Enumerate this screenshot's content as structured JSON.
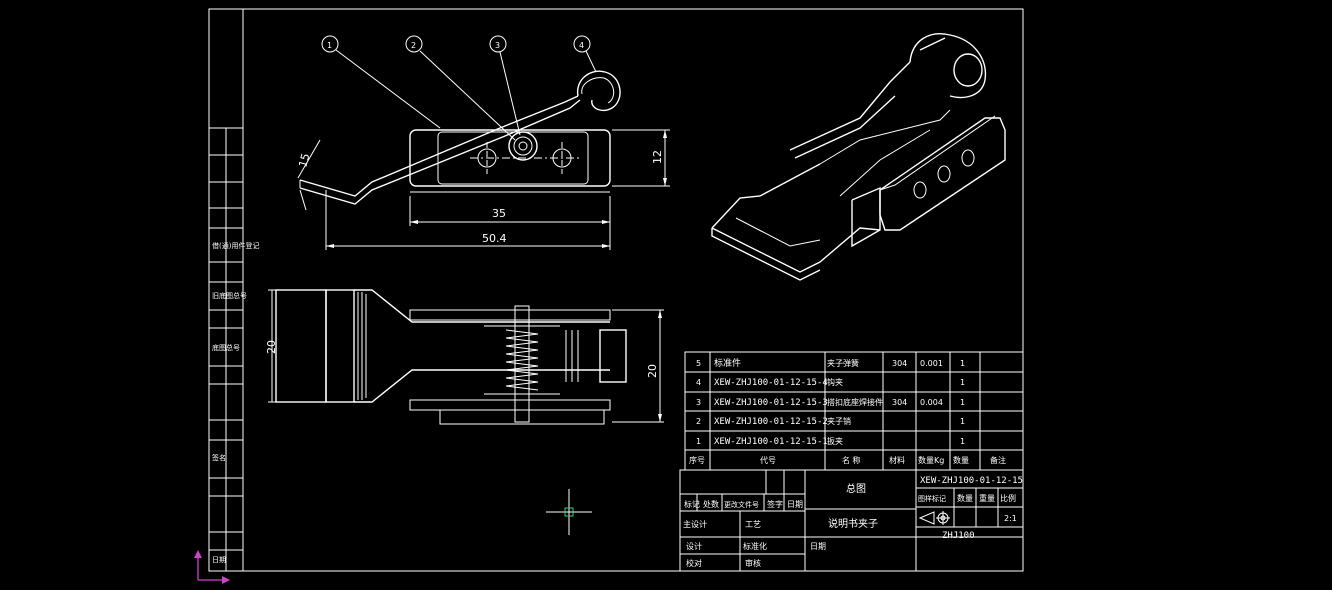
{
  "balloons": [
    "1",
    "2",
    "3",
    "4"
  ],
  "dimensions": {
    "angle": "15",
    "height_top": "12",
    "length_35": "35",
    "length_50": "50.4",
    "height_left": "20",
    "height_right": "20"
  },
  "bom": {
    "header": [
      "序号",
      "代号",
      "名 称",
      "材料",
      "数量Kg",
      "数量",
      "备注"
    ],
    "rows": [
      {
        "no": "5",
        "code": "标准件",
        "name": "夹子弹簧",
        "material": "304",
        "weight": "0.001",
        "qty": "1"
      },
      {
        "no": "4",
        "code": "XEW-ZHJ100-01-12-15-4",
        "name": "钩夹",
        "material": "",
        "weight": "",
        "qty": "1"
      },
      {
        "no": "3",
        "code": "XEW-ZHJ100-01-12-15-3",
        "name": "搭扣底座焊接件",
        "material": "304",
        "weight": "0.004",
        "qty": "1"
      },
      {
        "no": "2",
        "code": "XEW-ZHJ100-01-12-15-2",
        "name": "夹子销",
        "material": "",
        "weight": "",
        "qty": "1"
      },
      {
        "no": "1",
        "code": "XEW-ZHJ100-01-12-15-1",
        "name": "扳夹",
        "material": "",
        "weight": "",
        "qty": "1"
      }
    ]
  },
  "title_block": {
    "drawing_no": "XEW-ZHJ100-01-12-15",
    "title1": "总图",
    "title2": "说明书夹子",
    "product": "ZHJ100",
    "scale": "2:1",
    "col_labels": [
      "标记",
      "处数",
      "更改文件号",
      "签字",
      "日期"
    ],
    "row_labels": [
      "主设计",
      "设计",
      "校对"
    ],
    "mid_labels": [
      "工艺",
      "标准化",
      "审核"
    ],
    "date_label": "日期",
    "stage_labels": [
      "图样标记",
      "数量",
      "重量",
      "比例"
    ]
  },
  "left_strip": [
    "借(通)用件登记",
    "旧底图总号",
    "底图总号",
    "签名",
    "日期"
  ]
}
